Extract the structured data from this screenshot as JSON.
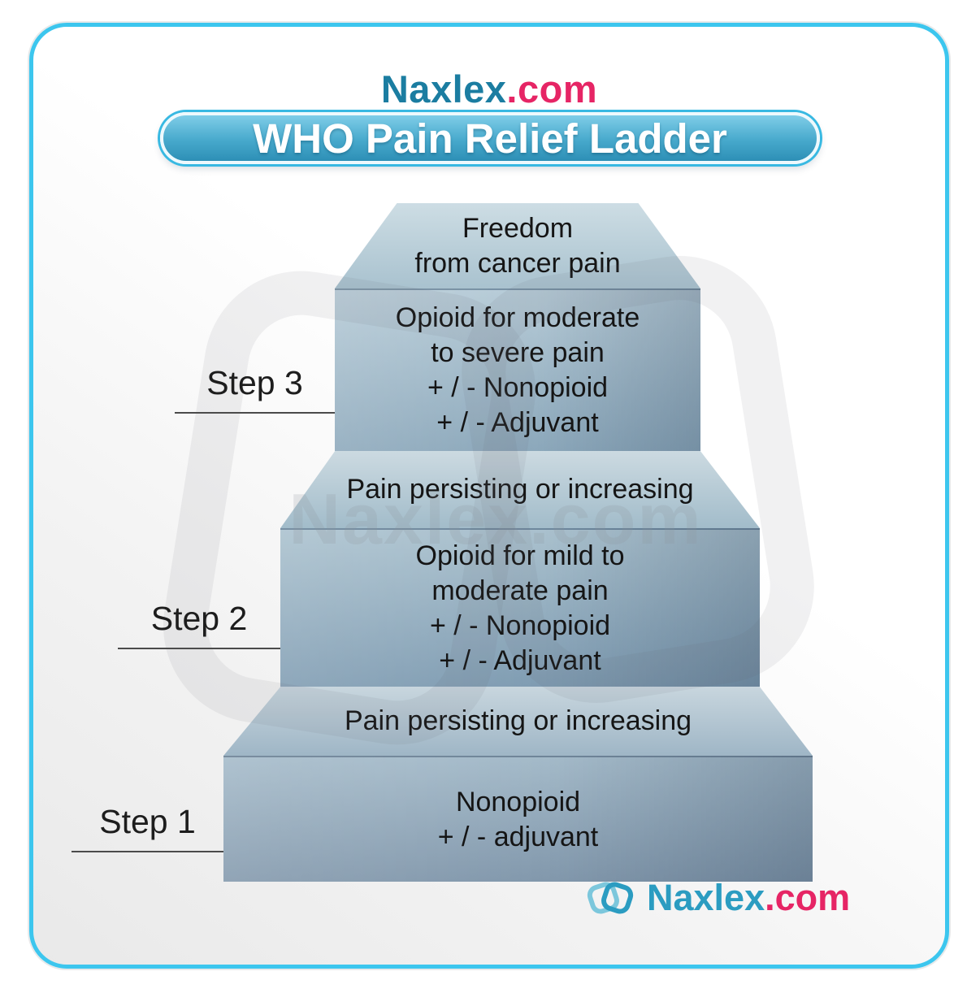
{
  "header": {
    "brand_name": "Naxlex",
    "brand_tld": ".com",
    "title": "WHO Pain Relief Ladder"
  },
  "watermark": "Naxlex.com",
  "ladder": {
    "steps": [
      {
        "label": "Step 3",
        "top_lines": [
          "Freedom",
          "from cancer pain"
        ],
        "front_lines": [
          "Opioid for moderate",
          "to severe pain",
          "+ / - Nonopioid",
          "+ / - Adjuvant"
        ]
      },
      {
        "label": "Step 2",
        "top_lines": [
          "Pain persisting or increasing"
        ],
        "front_lines": [
          "Opioid for mild to",
          "moderate pain",
          "+ / - Nonopioid",
          "+ / - Adjuvant"
        ]
      },
      {
        "label": "Step 1",
        "top_lines": [
          "Pain persisting or increasing"
        ],
        "front_lines": [
          "Nonopioid",
          "+ / - adjuvant"
        ]
      }
    ]
  },
  "footer": {
    "brand_name": "Naxlex",
    "brand_tld": ".com"
  },
  "colors": {
    "accent_cyan": "#3cc6ee",
    "brand_teal": "#1b7da1",
    "brand_pink": "#e62565",
    "step_face_blue": "#8ca8bb",
    "title_text": "#ffffff"
  }
}
